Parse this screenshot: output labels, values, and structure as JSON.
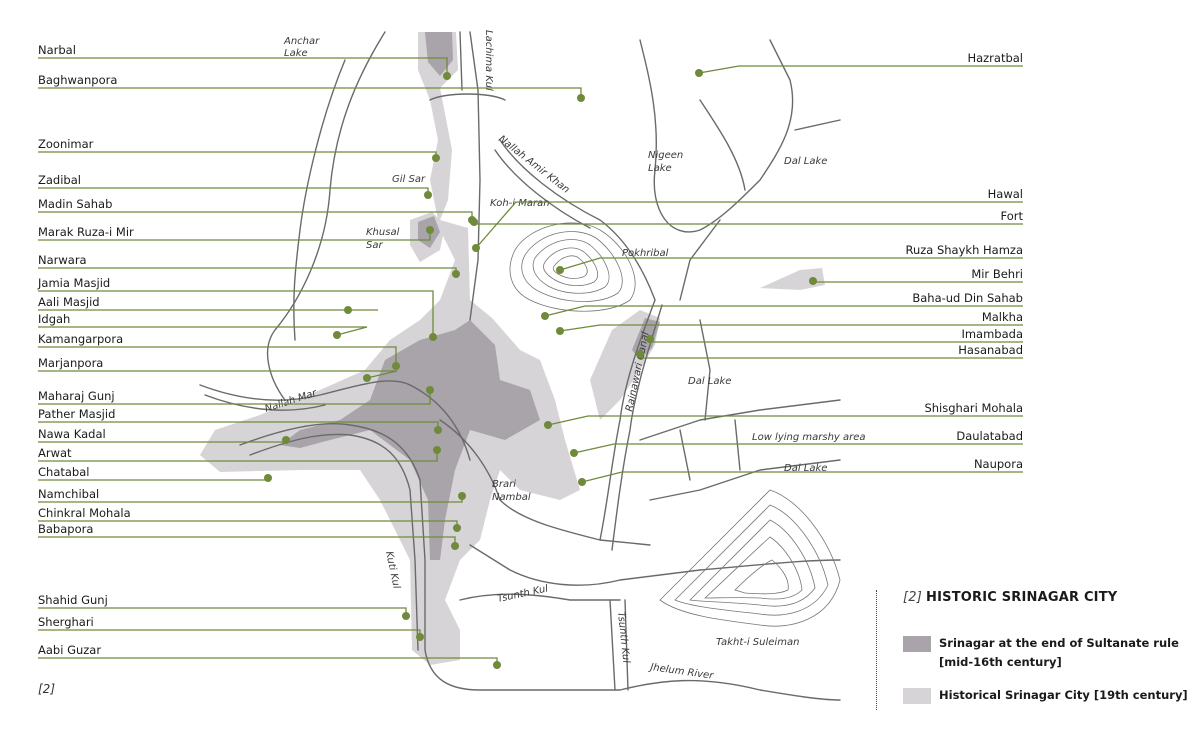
{
  "figure_ref": "[2]",
  "legend": {
    "number": "[2]",
    "title": "HISTORIC SRINAGAR CITY",
    "items": [
      {
        "label_line1": "Srinagar at the end of Sultanate rule",
        "label_line2": "[mid-16th century]",
        "color": "#a9a3aa"
      },
      {
        "label_line1": "Historical Srinagar City [19th century]",
        "label_line2": "",
        "color": "#d6d4d7"
      }
    ]
  },
  "left_labels": [
    "Narbal",
    "Baghwanpora",
    "Zoonimar",
    "Zadibal",
    "Madin Sahab",
    "Marak Ruza-i Mir",
    "Narwara",
    "Jamia Masjid",
    "Aali Masjid",
    "Idgah",
    "Kamangarpora",
    "Marjanpora",
    "Maharaj Gunj",
    "Pather Masjid",
    "Nawa Kadal",
    "Arwat",
    "Chatabal",
    "Namchibal",
    "Chinkral Mohala",
    "Babapora",
    "Shahid Gunj",
    "Sherghari",
    "Aabi Guzar"
  ],
  "right_labels": [
    "Hazratbal",
    "Hawal",
    "Fort",
    "Ruza Shaykh Hamza",
    "Mir Behri",
    "Baha-ud Din Sahab",
    "Malkha",
    "Imambada",
    "Hasanabad",
    "Shisghari Mohala",
    "Daulatabad",
    "Naupora"
  ],
  "map_places": {
    "anchar_1": "Anchar",
    "anchar_2": "Lake",
    "lachima_kul": "Lachima Kul",
    "nallah_amir_khan": "Nallah Amir Khan",
    "nigeen_1": "Nigeen",
    "nigeen_2": "Lake",
    "dal_lake_n": "Dal Lake",
    "gil_sar": "Gil Sar",
    "koh_i_maran": "Koh-i Maran",
    "khusal_1": "Khusal",
    "khusal_2": "Sar",
    "pokhribal": "Pokhribal",
    "nallah_mar": "Nallah Mar",
    "rainawari_canal": "Rainawari Canal",
    "dal_lake_mid": "Dal Lake",
    "low_lying": "Low lying marshy area",
    "dal_lake_s": "Dal Lake",
    "brari_1": "Brari",
    "brari_2": "Nambal",
    "kuti_kul": "Kuti Kul",
    "tsunth_kul": "Tsunth Kul",
    "tsunth_kul_v": "Tsunth Kul",
    "takht": "Takht-i Suleiman",
    "jhelum": "Jhelum River"
  }
}
